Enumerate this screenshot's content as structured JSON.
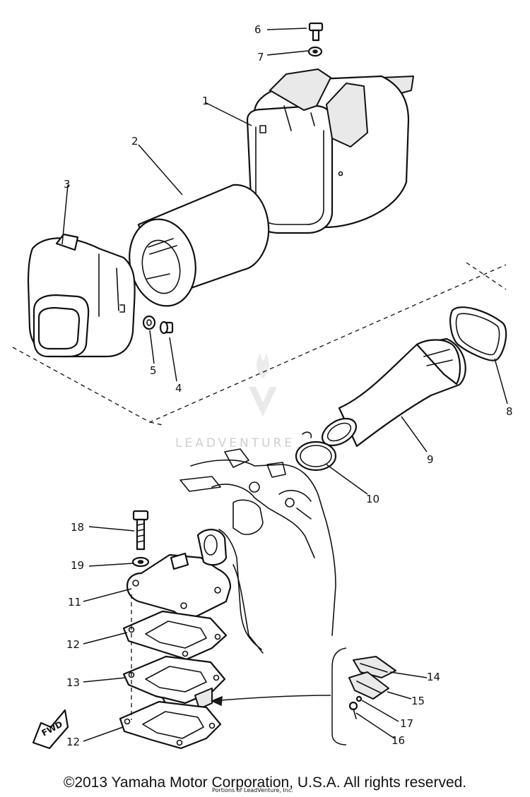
{
  "callouts": [
    {
      "id": "1",
      "label": "1"
    },
    {
      "id": "2",
      "label": "2"
    },
    {
      "id": "3",
      "label": "3"
    },
    {
      "id": "4",
      "label": "4"
    },
    {
      "id": "5",
      "label": "5"
    },
    {
      "id": "6",
      "label": "6"
    },
    {
      "id": "7",
      "label": "7"
    },
    {
      "id": "8",
      "label": "8"
    },
    {
      "id": "9",
      "label": "9"
    },
    {
      "id": "10",
      "label": "10"
    },
    {
      "id": "11",
      "label": "11"
    },
    {
      "id": "12a",
      "label": "12"
    },
    {
      "id": "12b",
      "label": "12"
    },
    {
      "id": "13",
      "label": "13"
    },
    {
      "id": "14",
      "label": "14"
    },
    {
      "id": "15",
      "label": "15"
    },
    {
      "id": "16",
      "label": "16"
    },
    {
      "id": "17",
      "label": "17"
    },
    {
      "id": "18",
      "label": "18"
    },
    {
      "id": "19",
      "label": "19"
    }
  ],
  "direction_label": "FWD",
  "watermark": "LEADVENTURE",
  "overlay_small_text": "Portions of LeadVenture, Inc.",
  "copyright": "©2013 Yamaha Motor Corporation, U.S.A. All rights reserved."
}
